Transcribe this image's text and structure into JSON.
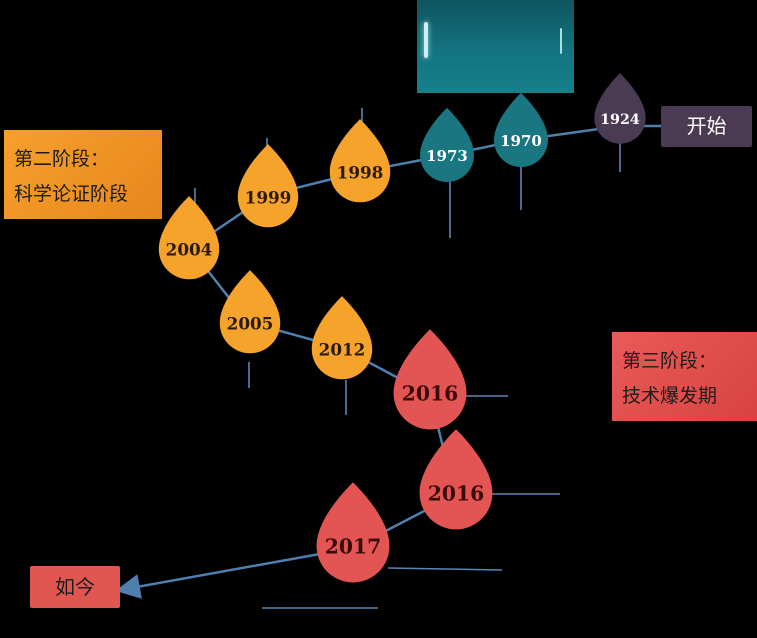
{
  "labels": {
    "stage2_line1": "第二阶段：",
    "stage2_line2": "科学论证阶段",
    "stage3_line1": "第三阶段：",
    "stage3_line2": "技术爆发期",
    "start": "开始",
    "now": "如今"
  },
  "milestones": [
    {
      "year": "1924",
      "color": "#4a3a52",
      "text_color": "#ffffff"
    },
    {
      "year": "1970",
      "color": "#1a7680",
      "text_color": "#ffffff"
    },
    {
      "year": "1973",
      "color": "#1a7680",
      "text_color": "#ffffff"
    },
    {
      "year": "1998",
      "color": "#f5a32b",
      "text_color": "#2a1a08"
    },
    {
      "year": "1999",
      "color": "#f5a32b",
      "text_color": "#2a1a08"
    },
    {
      "year": "2004",
      "color": "#f5a32b",
      "text_color": "#2a1a08"
    },
    {
      "year": "2005",
      "color": "#f5a32b",
      "text_color": "#2a1a08"
    },
    {
      "year": "2012",
      "color": "#f5a32b",
      "text_color": "#2a1a08"
    },
    {
      "year": "2016",
      "color": "#e25552",
      "text_color": "#3a0a0a"
    },
    {
      "year": "2016",
      "color": "#e25552",
      "text_color": "#3a0a0a"
    },
    {
      "year": "2017",
      "color": "#e25552",
      "text_color": "#3a0a0a"
    }
  ],
  "colors": {
    "path": "#4f7fae",
    "connector": "#5b86b6"
  }
}
